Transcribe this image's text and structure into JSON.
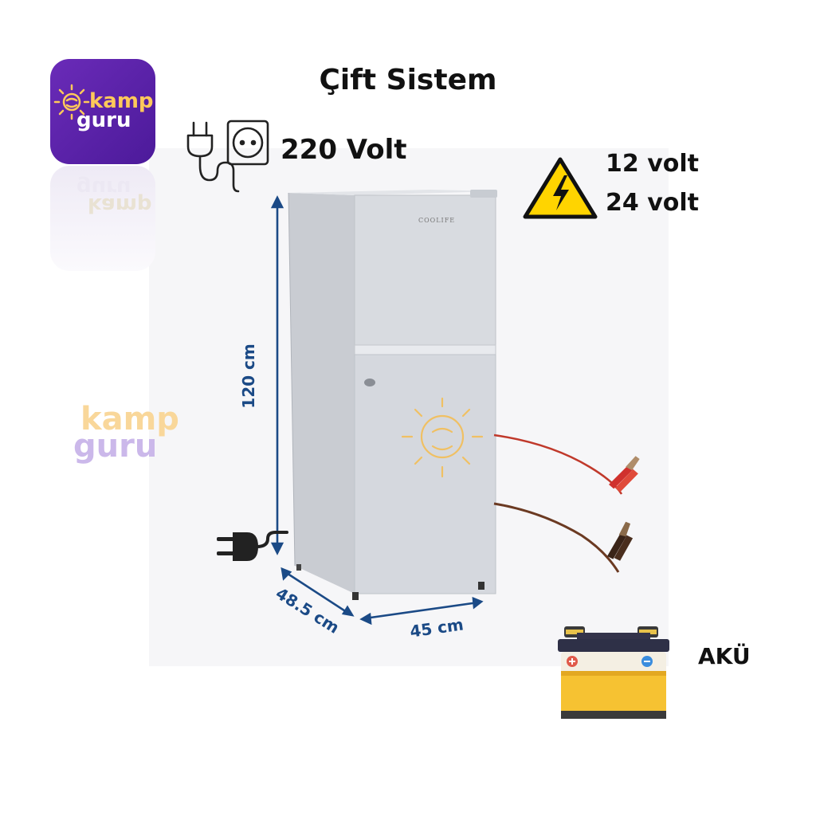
{
  "title": "Çift Sistem",
  "ac": {
    "label": "220 Volt"
  },
  "dc": {
    "label_12": "12 volt",
    "label_24": "24 volt"
  },
  "battery": {
    "label": "AKÜ"
  },
  "dimensions": {
    "height": "120 cm",
    "depth": "48.5 cm",
    "width": "45 cm"
  },
  "brand": {
    "kamp": "kamp",
    "guru": "guru"
  },
  "fridge": {
    "brand_text": "COOLIFE"
  },
  "colors": {
    "brand_purple": "#5a22a8",
    "brand_yellow": "#ffc95a",
    "dimension_blue": "#1b4a86",
    "warning_yellow": "#ffd400",
    "battery_yellow": "#f6c232"
  },
  "icons": [
    "kampguru-logo",
    "plug-icon",
    "socket-icon",
    "high-voltage-warning-icon",
    "battery-icon",
    "sun-watermark-icon",
    "plug-cable-icon",
    "crocodile-clip-icon"
  ]
}
